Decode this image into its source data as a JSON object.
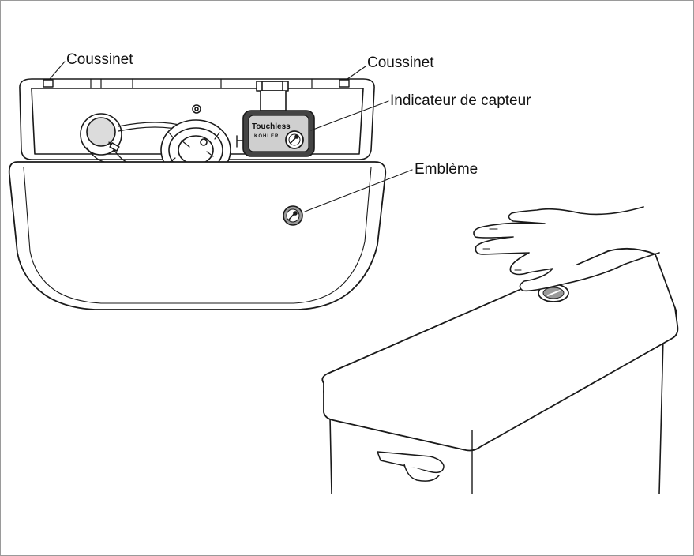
{
  "labels": {
    "pad_left": "Coussinet",
    "pad_right": "Coussinet",
    "sensor_indicator": "Indicateur de capteur",
    "emblem": "Emblème"
  },
  "module_branding": {
    "line1": "Touchless",
    "line2": "KOHLER"
  },
  "colors": {
    "line": "#1a1a1a",
    "frame": "#9a9a9a",
    "shade": "#cfcfcf",
    "dark": "#444444"
  }
}
